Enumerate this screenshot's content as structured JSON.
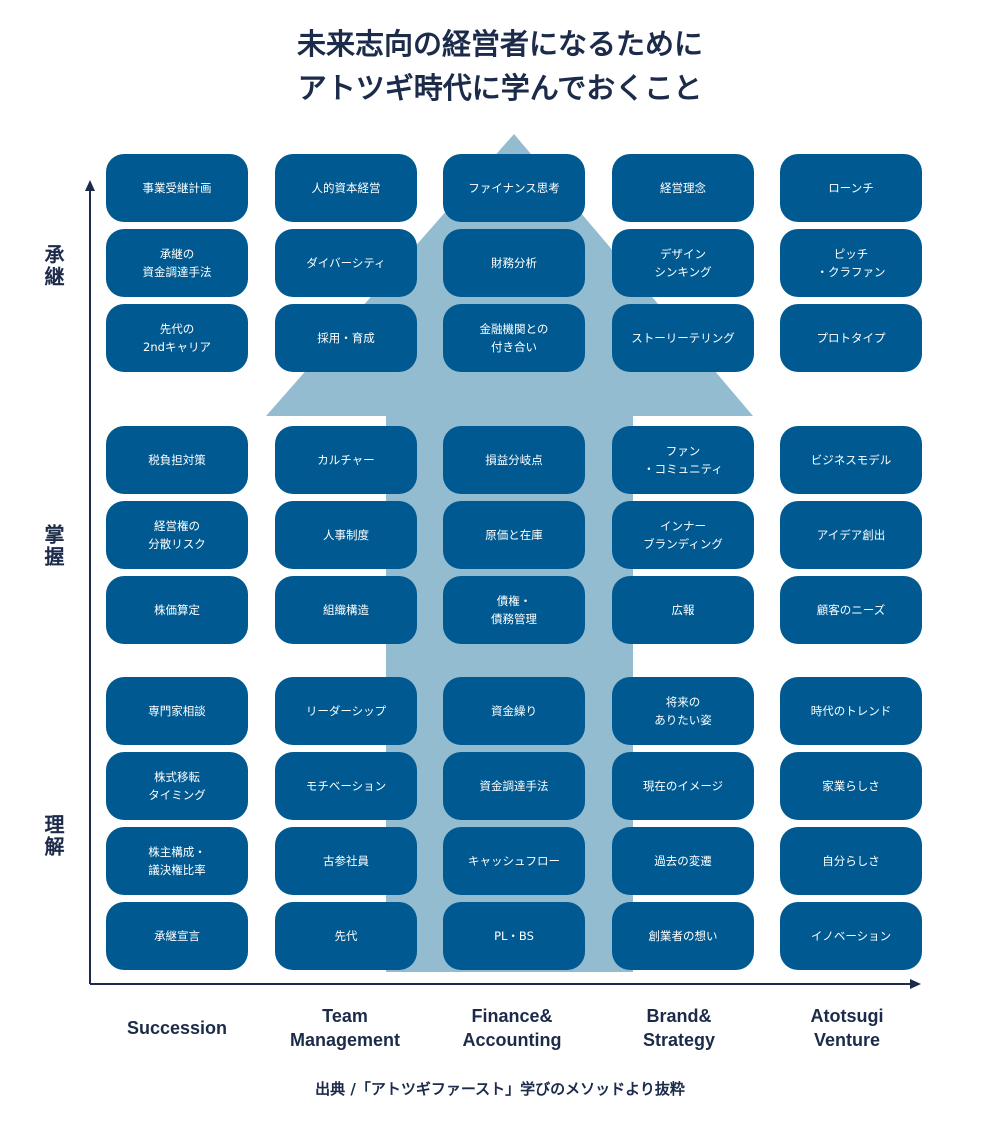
{
  "title": {
    "line1": "未来志向の経営者になるために",
    "line2": "アトツギ時代に学んでおくこと"
  },
  "y_axis_labels": [
    "承継",
    "掌握",
    "理解"
  ],
  "columns": [
    {
      "heading": "Succession",
      "cells": [
        "事業受継計画",
        "承継の\n資金調達手法",
        "先代の\n2ndキャリア",
        "税負担対策",
        "経営権の\n分散リスク",
        "株価算定",
        "専門家相談",
        "株式移転\nタイミング",
        "株主構成・\n議決権比率",
        "承継宣言"
      ]
    },
    {
      "heading": "Team\nManagement",
      "cells": [
        "人的資本経営",
        "ダイバーシティ",
        "採用・育成",
        "カルチャー",
        "人事制度",
        "組織構造",
        "リーダーシップ",
        "モチベーション",
        "古参社員",
        "先代"
      ]
    },
    {
      "heading": "Finance&\nAccounting",
      "cells": [
        "ファイナンス思考",
        "財務分析",
        "金融機関との\n付き合い",
        "損益分岐点",
        "原価と在庫",
        "債権・\n債務管理",
        "資金繰り",
        "資金調達手法",
        "キャッシュフロー",
        "PL・BS"
      ]
    },
    {
      "heading": "Brand&\nStrategy",
      "cells": [
        "経営理念",
        "デザイン\nシンキング",
        "ストーリーテリング",
        "ファン\n・コミュニティ",
        "インナー\nブランディング",
        "広報",
        "将来の\nありたい姿",
        "現在のイメージ",
        "過去の変遷",
        "創業者の想い"
      ]
    },
    {
      "heading": "Atotsugi\nVenture",
      "cells": [
        "ローンチ",
        "ピッチ\n・クラファン",
        "プロトタイプ",
        "ビジネスモデル",
        "アイデア創出",
        "顧客のニーズ",
        "時代のトレンド",
        "家業らしさ",
        "自分らしさ",
        "イノベーション"
      ]
    }
  ],
  "source": "出典 /「アトツギファースト」学びのメソッドより抜粋",
  "colors": {
    "cell": "#005a91",
    "arrow": "#94bcd1",
    "text_dark": "#1c2b4a",
    "axis": "#1c2b4a"
  }
}
